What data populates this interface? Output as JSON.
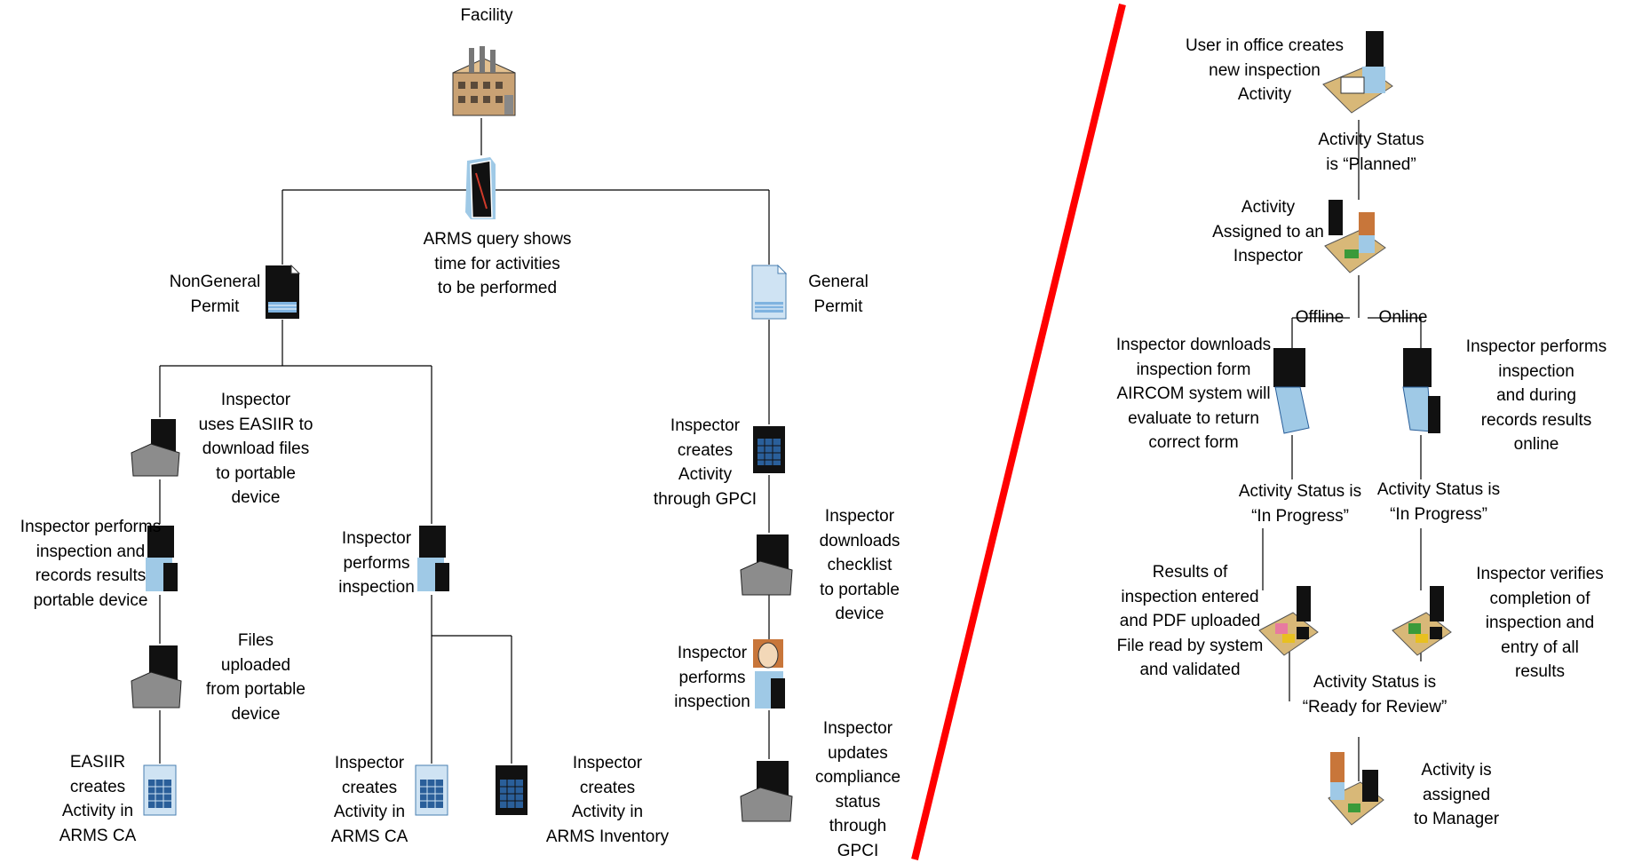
{
  "left_flow": {
    "facility": "Facility",
    "arms_query": "ARMS query shows\ntime for activities\nto be performed",
    "non_general_permit": "NonGeneral\nPermit",
    "general_permit": "General\nPermit",
    "easiir_download": "Inspector\nuses EASIIR to\ndownload files\nto portable\ndevice",
    "perform_record_portable": "Inspector performs\ninspection and\nrecords results\nportable device",
    "files_uploaded": "Files\nuploaded\nfrom portable\ndevice",
    "easiir_creates": "EASIIR\ncreates\nActivity in\nARMS CA",
    "inspector_performs_mid": "Inspector\nperforms\ninspection",
    "creates_arms_ca": "Inspector\ncreates\nActivity in\nARMS CA",
    "creates_arms_inventory": "Inspector\ncreates\nActivity in\nARMS Inventory",
    "creates_gpci": "Inspector\ncreates\nActivity\nthrough GPCI",
    "downloads_checklist": "Inspector\ndownloads\nchecklist\nto portable\ndevice",
    "inspector_performs_right": "Inspector\nperforms\ninspection",
    "updates_compliance": "Inspector\nupdates\ncompliance\nstatus\nthrough\nGPCI"
  },
  "right_flow": {
    "user_creates": "User in office creates\nnew inspection\nActivity",
    "status_planned": "Activity Status\nis “Planned”",
    "assigned_inspector": "Activity\nAssigned to an\nInspector",
    "offline": "Offline",
    "online": "Online",
    "inspector_downloads_form": "Inspector downloads\ninspection form\nAIRCOM system will\nevaluate to return\ncorrect form",
    "inspector_performs_online": "Inspector performs\ninspection\nand during\nrecords results\nonline",
    "status_in_progress_left": "Activity Status is\n“In Progress”",
    "status_in_progress_right": "Activity Status is\n“In Progress”",
    "results_entered": "Results of\ninspection entered\nand PDF uploaded\nFile read by system\nand validated",
    "verifies_completion": "Inspector verifies\ncompletion of\ninspection and\nentry of all\nresults",
    "status_ready": "Activity Status is\n“Ready for Review”",
    "assigned_manager": "Activity is\nassigned\nto Manager"
  },
  "colors": {
    "divider": "#ff0000",
    "connector": "#000000",
    "icon_gray": "#8c8c8c",
    "icon_blue": "#9fc9e6",
    "desk_tan": "#d8b878"
  },
  "icon_names": [
    "factory-icon",
    "server-icon",
    "document-icon",
    "calculator-icon",
    "laptop-icon",
    "person-icon",
    "office-desk-icon"
  ]
}
